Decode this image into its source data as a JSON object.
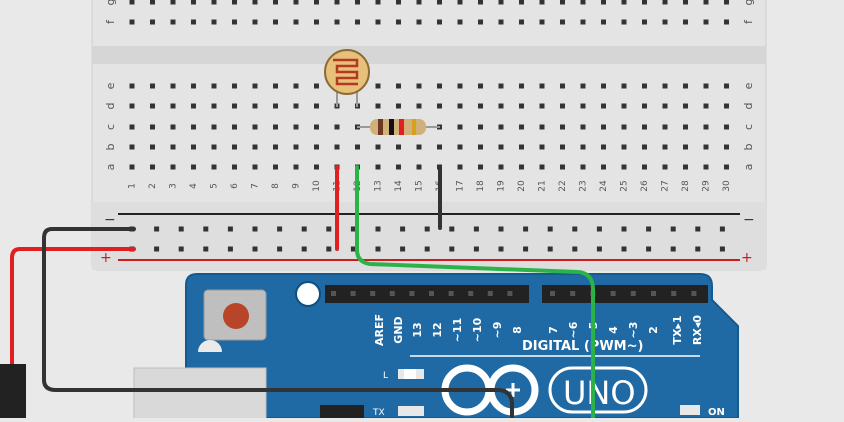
{
  "breadboard": {
    "upper_rows_top": [
      "f",
      "g"
    ],
    "lower_rows": [
      "e",
      "d",
      "c",
      "b",
      "a"
    ],
    "columns": [
      "1",
      "2",
      "3",
      "4",
      "5",
      "6",
      "7",
      "8",
      "9",
      "10",
      "11",
      "12",
      "13",
      "14",
      "15",
      "16",
      "17",
      "18",
      "19",
      "20",
      "21",
      "22",
      "23",
      "24",
      "25",
      "26",
      "27",
      "28",
      "29",
      "30"
    ],
    "rail_minus": "−",
    "rail_plus": "+"
  },
  "arduino": {
    "board_label": "UNO",
    "digital_label": "DIGITAL (PWM~)",
    "pin_labels_left": [
      "AREF",
      "GND",
      "13",
      "12",
      "~11",
      "~10",
      "~9",
      "8"
    ],
    "pin_labels_right": [
      "7",
      "~6",
      "~5",
      "4",
      "~3",
      "2",
      "TX▸1",
      "RX◂0"
    ],
    "led_l": "L",
    "led_tx": "TX",
    "on_label": "ON"
  },
  "colors": {
    "board_blue": "#1f6aa5",
    "board_edge": "#155a8e",
    "wire_red": "#e02020",
    "wire_black": "#333333",
    "wire_green": "#2bb34a",
    "breadboard": "#e2e2e2",
    "rail_red": "#d11a1a"
  }
}
